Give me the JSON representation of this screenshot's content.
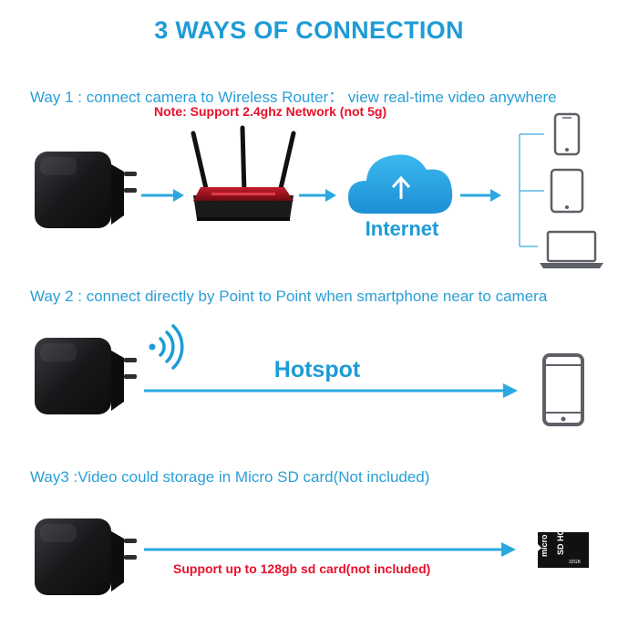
{
  "title": "3 WAYS OF CONNECTION",
  "way1": {
    "text": "Way 1 : connect camera to Wireless Router： view real-time video anywhere",
    "note": "Note: Support 2.4ghz Network (not 5g)",
    "cloud_label": "Internet"
  },
  "way2": {
    "text": "Way 2 : connect directly by Point to Point when smartphone near to camera",
    "hotspot_label": "Hotspot"
  },
  "way3": {
    "text": "Way3 :Video could storage in Micro SD card(Not included)",
    "note": "Support up to 128gb sd card(not included)",
    "sd_brand": "micro",
    "sd_logo": "SD HC",
    "sd_capacity": "32GB"
  },
  "colors": {
    "accent": "#1e9bd6",
    "arrow": "#2ba8e0",
    "note_red": "#e8102a",
    "device_gray": "#5d6066",
    "camera_black": "#1a1a1c"
  },
  "icons": [
    "camera-charger-icon",
    "router-icon",
    "cloud-upload-icon",
    "smartphone-icon",
    "tablet-icon",
    "laptop-icon",
    "wifi-signal-icon",
    "micro-sd-card-icon"
  ]
}
